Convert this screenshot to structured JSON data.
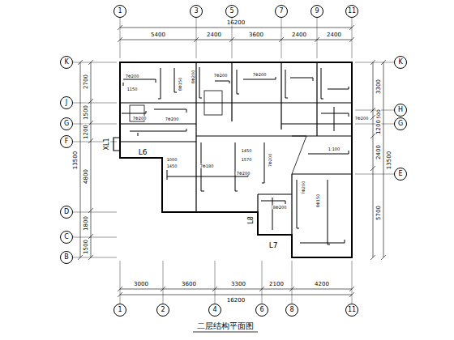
{
  "diagram": {
    "title": "二层结构平面图",
    "nodes": [
      {
        "text": [
          "1"
        ]
      },
      {
        "text": [
          "3"
        ]
      },
      {
        "text": [
          "5"
        ]
      },
      {
        "text": [
          "7"
        ]
      },
      {
        "text": [
          "9"
        ]
      },
      {
        "text": [
          "11"
        ]
      },
      {
        "text": [
          "K"
        ]
      },
      {
        "text": [
          "J"
        ]
      },
      {
        "text": [
          "G"
        ]
      },
      {
        "text": [
          "F"
        ]
      },
      {
        "text": [
          "D"
        ]
      },
      {
        "text": [
          "C"
        ]
      },
      {
        "text": [
          "B"
        ]
      },
      {
        "text": [
          "K"
        ]
      },
      {
        "text": [
          "H"
        ]
      },
      {
        "text": [
          "G"
        ]
      },
      {
        "text": [
          "E"
        ]
      },
      {
        "text": [
          "1"
        ]
      },
      {
        "text": [
          "2"
        ]
      },
      {
        "text": [
          "4"
        ]
      },
      {
        "text": [
          "6"
        ]
      },
      {
        "text": [
          "8"
        ]
      },
      {
        "text": [
          "11"
        ]
      }
    ],
    "labels": [
      "16200",
      "5400",
      "2400",
      "3600",
      "2400",
      "2400",
      "3000",
      "3600",
      "3300",
      "2100",
      "4200",
      "16200",
      "2700",
      "1500",
      "1200",
      "13500",
      "4800",
      "1800",
      "1500",
      "3300",
      "500",
      "1200",
      "13500",
      "2400",
      "5700",
      "XL1",
      "L6",
      "L8",
      "L7",
      "8Φ200",
      "7Φ200",
      "1150",
      "7Φ200",
      "7Φ200",
      "7Φ200",
      "8Φ150",
      "7Φ200",
      "7Φ200",
      "1000",
      "1450",
      "7Φ180",
      "1450",
      "1570",
      "7Φ200",
      "7Φ200",
      "8Φ150",
      "8Φ200",
      "7Φ200",
      "1:100"
    ]
  }
}
